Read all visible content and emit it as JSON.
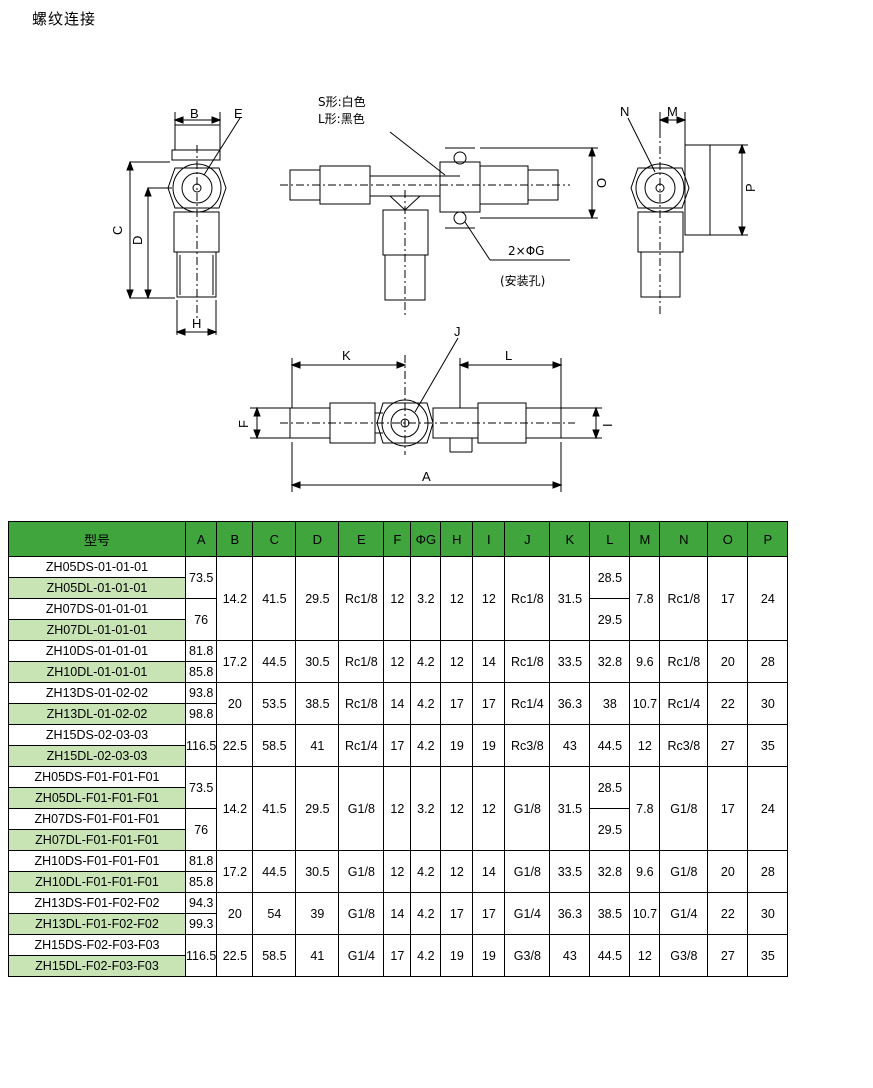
{
  "title": "螺纹连接",
  "drawing": {
    "color_note_s": "S形:白色",
    "color_note_l": "L形:黑色",
    "hole_note": "2×ΦG",
    "hole_note_sub": "(安装孔)",
    "labels": {
      "A": "A",
      "B": "B",
      "C": "C",
      "D": "D",
      "E": "E",
      "F": "F",
      "H": "H",
      "I": "I",
      "J": "J",
      "K": "K",
      "L": "L",
      "M": "M",
      "N": "N",
      "O": "O",
      "P": "P"
    }
  },
  "table": {
    "headers": [
      "型号",
      "A",
      "B",
      "C",
      "D",
      "E",
      "F",
      "ΦG",
      "H",
      "I",
      "J",
      "K",
      "L",
      "M",
      "N",
      "O",
      "P"
    ],
    "groups": [
      {
        "models": [
          "ZH05DS-01-01-01",
          "ZH05DL-01-01-01",
          "ZH07DS-01-01-01",
          "ZH07DL-01-01-01"
        ],
        "A": [
          "73.5",
          "76"
        ],
        "B": "14.2",
        "C": "41.5",
        "D": "29.5",
        "E": "Rc1/8",
        "F": "12",
        "G": "3.2",
        "H": "12",
        "I": "12",
        "J": "Rc1/8",
        "K": "31.5",
        "L": [
          "28.5",
          "29.5"
        ],
        "M": "7.8",
        "N": "Rc1/8",
        "O": "17",
        "P": "24"
      },
      {
        "models": [
          "ZH10DS-01-01-01",
          "ZH10DL-01-01-01"
        ],
        "A": [
          "81.8",
          "85.8"
        ],
        "B": "17.2",
        "C": "44.5",
        "D": "30.5",
        "E": "Rc1/8",
        "F": "12",
        "G": "4.2",
        "H": "12",
        "I": "14",
        "J": "Rc1/8",
        "K": "33.5",
        "L": [
          "32.8"
        ],
        "M": "9.6",
        "N": "Rc1/8",
        "O": "20",
        "P": "28"
      },
      {
        "models": [
          "ZH13DS-01-02-02",
          "ZH13DL-01-02-02"
        ],
        "A": [
          "93.8",
          "98.8"
        ],
        "B": "20",
        "C": "53.5",
        "D": "38.5",
        "E": "Rc1/8",
        "F": "14",
        "G": "4.2",
        "H": "17",
        "I": "17",
        "J": "Rc1/4",
        "K": "36.3",
        "L": [
          "38"
        ],
        "M": "10.7",
        "N": "Rc1/4",
        "O": "22",
        "P": "30"
      },
      {
        "models": [
          "ZH15DS-02-03-03",
          "ZH15DL-02-03-03"
        ],
        "A": [
          "116.5"
        ],
        "B": "22.5",
        "C": "58.5",
        "D": "41",
        "E": "Rc1/4",
        "F": "17",
        "G": "4.2",
        "H": "19",
        "I": "19",
        "J": "Rc3/8",
        "K": "43",
        "L": [
          "44.5"
        ],
        "M": "12",
        "N": "Rc3/8",
        "O": "27",
        "P": "35"
      },
      {
        "models": [
          "ZH05DS-F01-F01-F01",
          "ZH05DL-F01-F01-F01",
          "ZH07DS-F01-F01-F01",
          "ZH07DL-F01-F01-F01"
        ],
        "A": [
          "73.5",
          "76"
        ],
        "B": "14.2",
        "C": "41.5",
        "D": "29.5",
        "E": "G1/8",
        "F": "12",
        "G": "3.2",
        "H": "12",
        "I": "12",
        "J": "G1/8",
        "K": "31.5",
        "L": [
          "28.5",
          "29.5"
        ],
        "M": "7.8",
        "N": "G1/8",
        "O": "17",
        "P": "24"
      },
      {
        "models": [
          "ZH10DS-F01-F01-F01",
          "ZH10DL-F01-F01-F01"
        ],
        "A": [
          "81.8",
          "85.8"
        ],
        "B": "17.2",
        "C": "44.5",
        "D": "30.5",
        "E": "G1/8",
        "F": "12",
        "G": "4.2",
        "H": "12",
        "I": "14",
        "J": "G1/8",
        "K": "33.5",
        "L": [
          "32.8"
        ],
        "M": "9.6",
        "N": "G1/8",
        "O": "20",
        "P": "28"
      },
      {
        "models": [
          "ZH13DS-F01-F02-F02",
          "ZH13DL-F01-F02-F02"
        ],
        "A": [
          "94.3",
          "99.3"
        ],
        "B": "20",
        "C": "54",
        "D": "39",
        "E": "G1/8",
        "F": "14",
        "G": "4.2",
        "H": "17",
        "I": "17",
        "J": "G1/4",
        "K": "36.3",
        "L": [
          "38.5"
        ],
        "M": "10.7",
        "N": "G1/4",
        "O": "22",
        "P": "30"
      },
      {
        "models": [
          "ZH15DS-F02-F03-F03",
          "ZH15DL-F02-F03-F03"
        ],
        "A": [
          "116.5"
        ],
        "B": "22.5",
        "C": "58.5",
        "D": "41",
        "E": "G1/4",
        "F": "17",
        "G": "4.2",
        "H": "19",
        "I": "19",
        "J": "G3/8",
        "K": "43",
        "L": [
          "44.5"
        ],
        "M": "12",
        "N": "G3/8",
        "O": "27",
        "P": "35"
      }
    ]
  },
  "colors": {
    "header": "#3fa53c",
    "dl_row": "#c8e4b5"
  }
}
